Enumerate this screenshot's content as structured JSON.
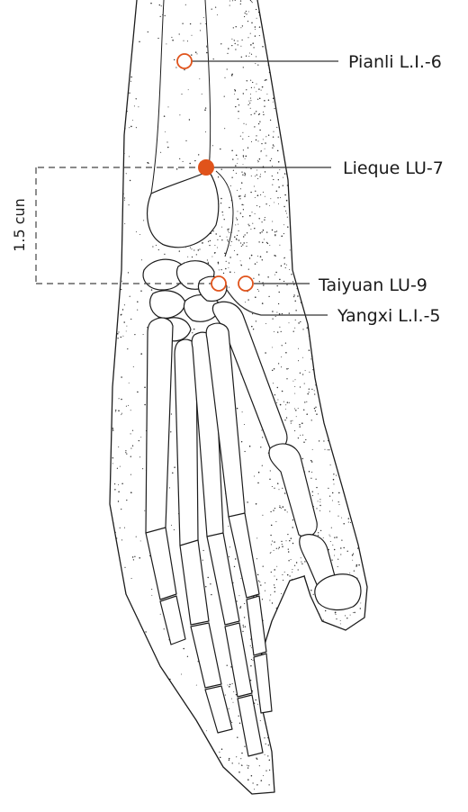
{
  "labels": {
    "pianli": "Pianli L.I.-6",
    "lieque": "Lieque LU-7",
    "taiyuan": "Taiyuan LU-9",
    "yangxi": "Yangxi L.I.-5"
  },
  "measure_label": "1.5 cun",
  "colors": {
    "point_accent": "#e0531b",
    "line": "#333333",
    "stipple": "#2a2a2a"
  },
  "points": [
    {
      "id": "pianli",
      "style": "open"
    },
    {
      "id": "lieque",
      "style": "filled"
    },
    {
      "id": "taiyuan",
      "style": "open"
    },
    {
      "id": "yangxi",
      "style": "open"
    }
  ]
}
